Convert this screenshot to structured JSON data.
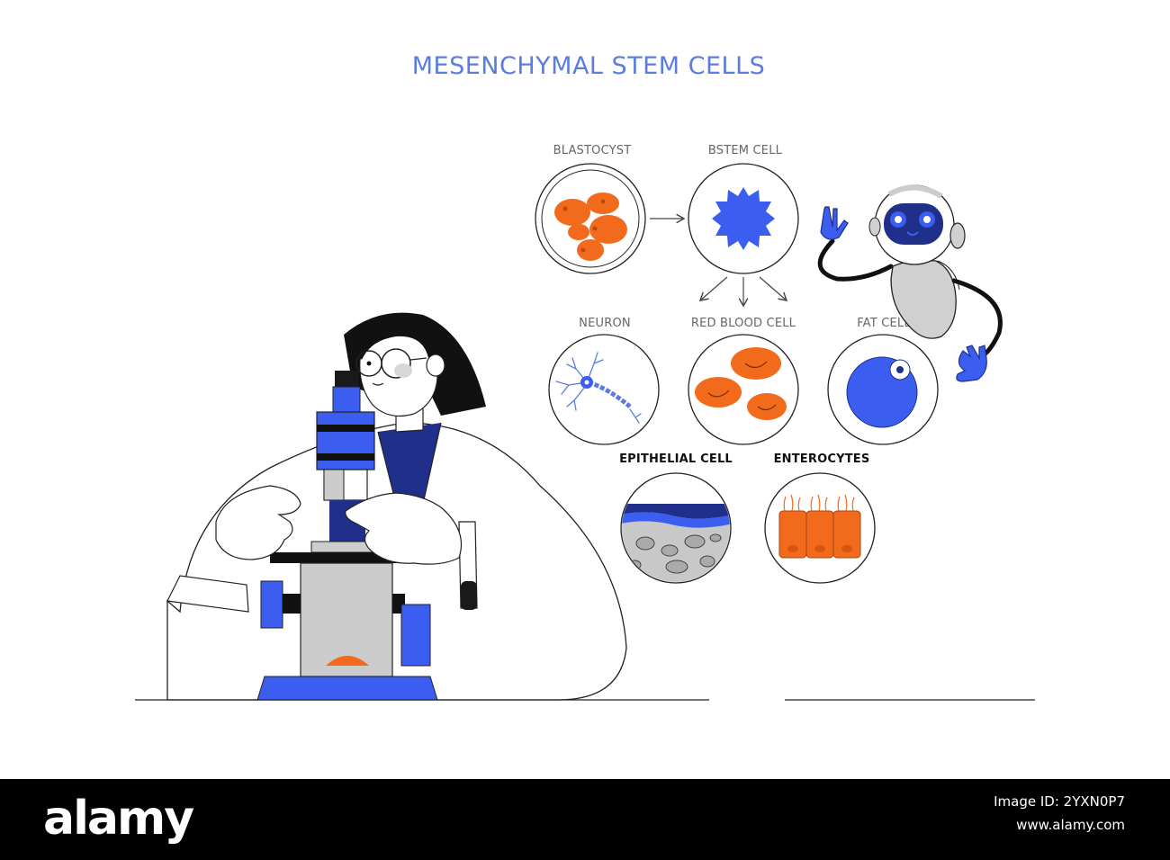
{
  "title": "MESENCHYMAL STEM CELLS",
  "cells": {
    "blastocyst": "BLASTOCYST",
    "stem": "BSTEM CELL",
    "neuron": "NEURON",
    "red_blood": "RED BLOOD CELL",
    "fat": "FAT CELL",
    "epithelial": "EPITHELIAL CELL",
    "enterocytes": "ENTEROCYTES"
  },
  "footer": {
    "brand": "alamy",
    "image_id_label": "Image ID: 2YXN0P7",
    "site": "www.alamy.com"
  },
  "colors": {
    "title_blue": "#5b7ce0",
    "accent_blue": "#3b5ef0",
    "dark_navy": "#1f2f8a",
    "orange": "#f26a1b",
    "gray": "#cccccc",
    "outline": "#222222"
  }
}
